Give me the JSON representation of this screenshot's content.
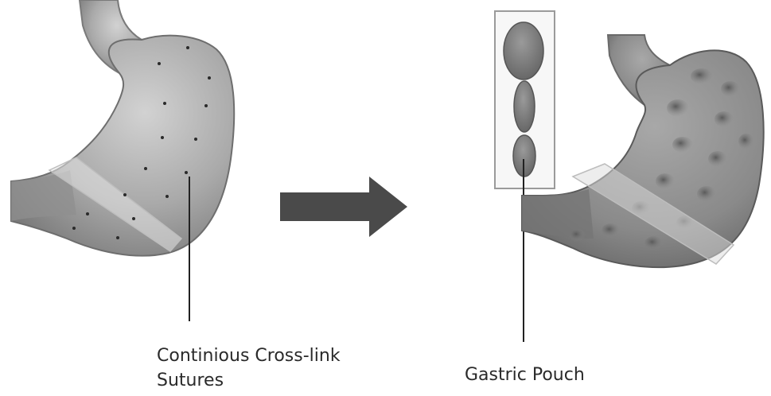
{
  "labels": {
    "sutures_line1": "Continious Cross-link",
    "sutures_line2": "Sutures",
    "pouch": "Gastric Pouch"
  },
  "colors": {
    "stomach_fill": "#a3a3a3",
    "stomach_edge": "#6e6e6e",
    "arrow": "#4a4a4a",
    "leader_line": "#222222",
    "suture_dot": "#2a2a2a"
  }
}
